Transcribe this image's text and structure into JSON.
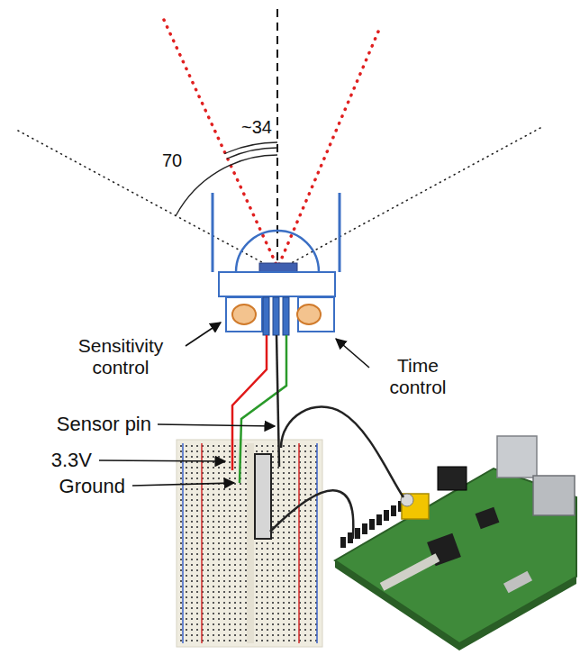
{
  "diagram": {
    "labels": [
      "~34",
      "70",
      "Sensitivity control",
      "Time control",
      "Sensor pin",
      "3.3V",
      "Ground"
    ]
  }
}
